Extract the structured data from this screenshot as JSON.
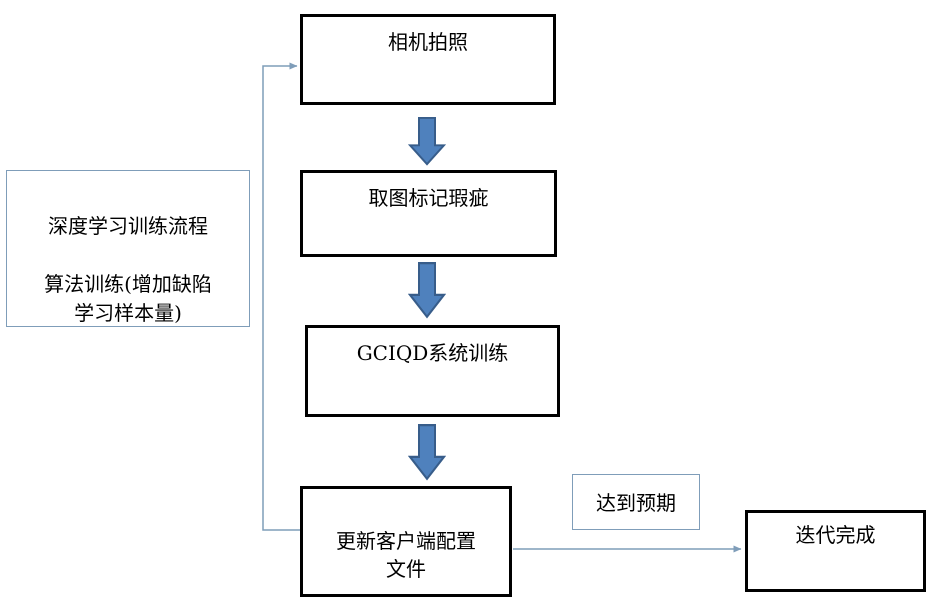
{
  "nodes": {
    "camera": {
      "label": "相机拍照"
    },
    "mark_defects": {
      "label": "取图标记瑕疵"
    },
    "gciqd_training": {
      "label": "GCIQD系统训练"
    },
    "update_config": {
      "label": "更新客户端配置\n文件"
    },
    "iteration_done": {
      "label": "迭代完成"
    }
  },
  "labels": {
    "note": "深度学习训练流程\n\n算法训练(增加缺陷\n学习样本量)",
    "expected": "达到预期"
  },
  "icons": {
    "down_block_arrow": "down-arrow-icon",
    "arrowhead": "arrowhead-icon"
  },
  "colors": {
    "background": "#ffffff",
    "text": "#000000",
    "main_box_border": "#000000",
    "light_box_border": "#7f9db9",
    "connector_line": "#7f9db9",
    "block_arrow_fill": "#4f81bd",
    "block_arrow_stroke": "#385d8a"
  }
}
